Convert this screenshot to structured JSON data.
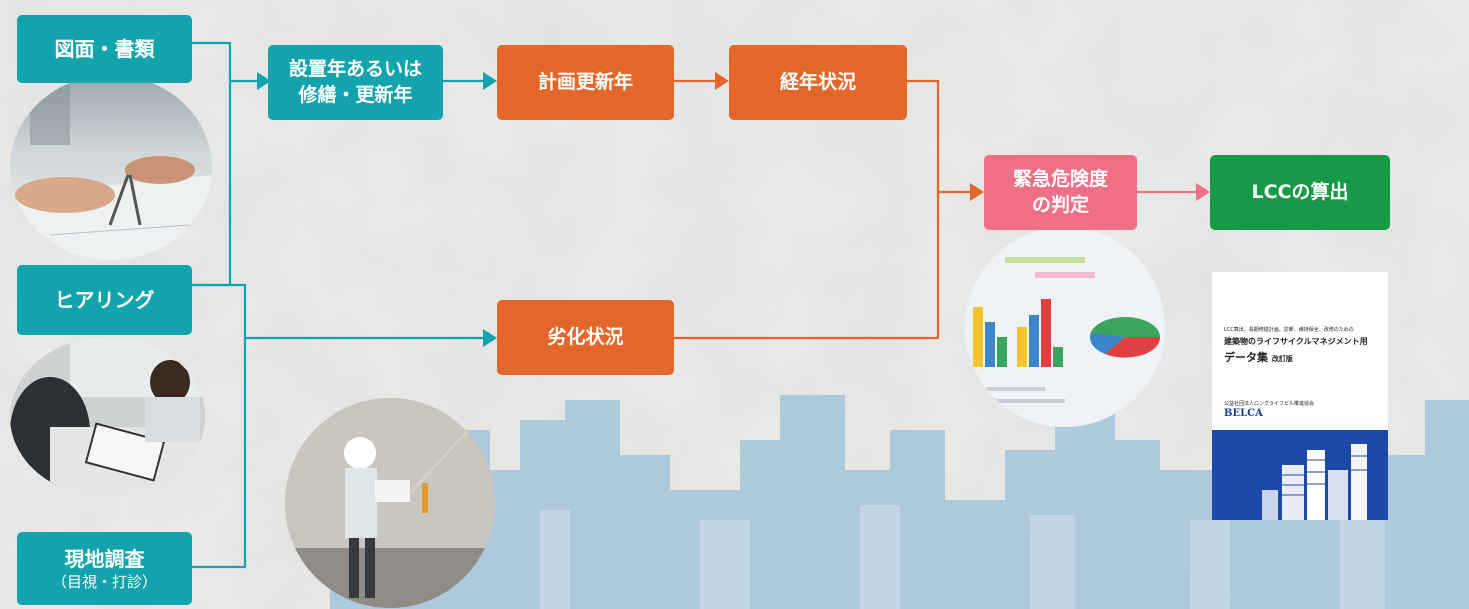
{
  "colors": {
    "teal": "#12a3ad",
    "orange": "#e3672b",
    "pink": "#ee6f86",
    "green": "#179a47",
    "skyline": "#a9c6dc"
  },
  "sources": {
    "drawings": "図面・書類",
    "hearing": "ヒアリング",
    "survey": "現地調査",
    "survey_sub": "（目視・打診）"
  },
  "steps": {
    "install_line1": "設置年あるいは",
    "install_line2": "修繕・更新年",
    "planned_renewal": "計画更新年",
    "aging_status": "経年状況",
    "deterioration": "劣化状況",
    "urgency_line1": "緊急危険度",
    "urgency_line2": "の判定",
    "lcc": "LCCの算出"
  },
  "photos": [
    {
      "name": "drawings-meeting-photo"
    },
    {
      "name": "hearing-meeting-photo"
    },
    {
      "name": "site-inspection-photo"
    },
    {
      "name": "analysis-charts-photo"
    }
  ],
  "book": {
    "top_line": "LCC算出、長期修繕計画、診断、維持保全、改修のための",
    "title_line1": "建築物のライフサイクルマネジメント用",
    "title_line2": "データ集",
    "edition": "改訂版",
    "publisher_line": "公益社団法人ロングライフビル推進協会",
    "logo": "BELCA"
  }
}
